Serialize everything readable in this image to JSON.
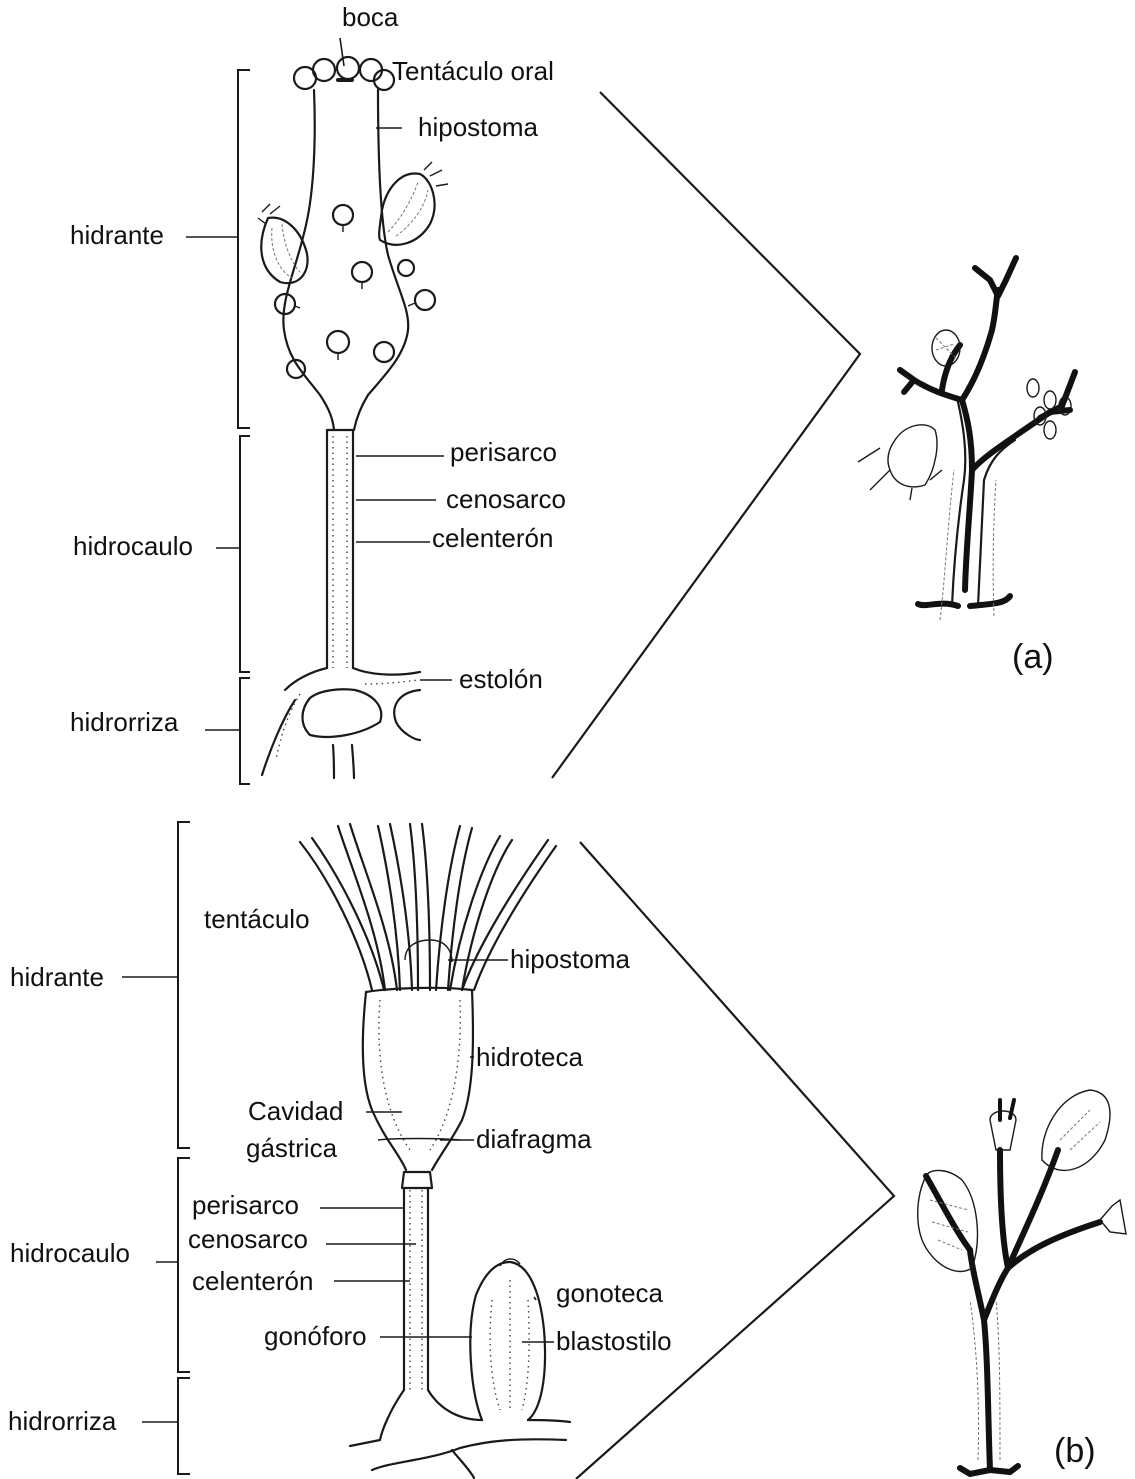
{
  "panel_a": {
    "panel_label": "(a)",
    "labels": {
      "boca": "boca",
      "tentaculo_oral": "Tentáculo oral",
      "hipostoma": "hipostoma",
      "hidrante": "hidrante",
      "perisarco": "perisarco",
      "cenosarco": "cenosarco",
      "celenteron": "celenterón",
      "hidrocaulo": "hidrocaulo",
      "estolon": "estolón",
      "hidrorriza": "hidrorriza"
    }
  },
  "panel_b": {
    "panel_label": "(b)",
    "labels": {
      "tentaculo": "tentáculo",
      "hidrante": "hidrante",
      "hipostoma": "hipostoma",
      "hidroteca": "hidroteca",
      "cavidad": "Cavidad",
      "gastrica": "gástrica",
      "diafragma": "diafragma",
      "perisarco": "perisarco",
      "cenosarco": "cenosarco",
      "hidrocaulo": "hidrocaulo",
      "celenteron": "celenterón",
      "gonoteca": "gonoteca",
      "gonoforo": "gonóforo",
      "blastostilo": "blastostilo",
      "hidrorriza": "hidrorriza"
    }
  }
}
